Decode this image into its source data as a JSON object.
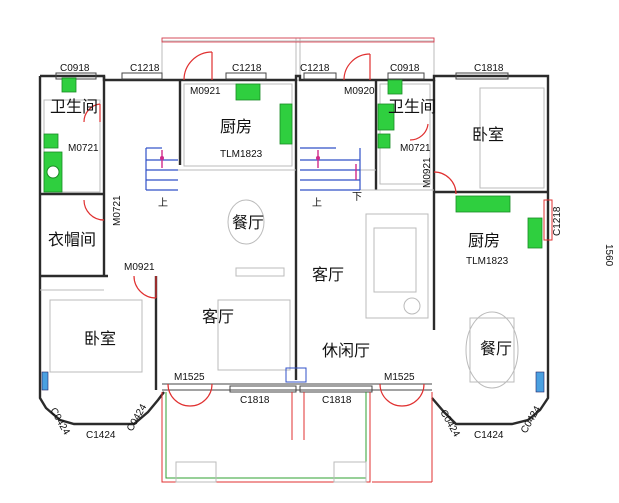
{
  "rooms": {
    "bath_left": "卫生间",
    "bath_right": "卫生间",
    "kitchen_mid": "厨房",
    "kitchen_right": "厨房",
    "bedroom_top_right": "卧室",
    "bedroom_left": "卧室",
    "dining_mid": "餐厅",
    "dining_right": "餐厅",
    "cloakroom": "衣帽间",
    "living_left": "客厅",
    "living_mid": "客厅",
    "leisure": "休闲厅"
  },
  "codes": {
    "c0918_a": "C0918",
    "c1218_a": "C1218",
    "c1218_b": "C1218",
    "c1218_c": "C1218",
    "c0918_b": "C0918",
    "c1818_top": "C1818",
    "m0921_a": "M0921",
    "m0920": "M0920",
    "m0721_a": "M0721",
    "m0721_b": "M0721",
    "m0721_c": "M0721",
    "m0921_b": "M0921",
    "m0921_c": "M0921",
    "tlm_a": "TLM1823",
    "tlm_b": "TLM1823",
    "c1218_side": "C1218",
    "m1525_a": "M1525",
    "m1525_b": "M1525",
    "c1818_a": "C1818",
    "c1818_b": "C1818",
    "c0424_a": "C0424",
    "c0424_b": "C0424",
    "c0424_c": "C0424",
    "c0424_d": "C0424",
    "c1424_a": "C1424",
    "c1424_b": "C1424",
    "stair_a": "上",
    "stair_b": "上",
    "stair_c": "下",
    "edge_code": "1560"
  }
}
